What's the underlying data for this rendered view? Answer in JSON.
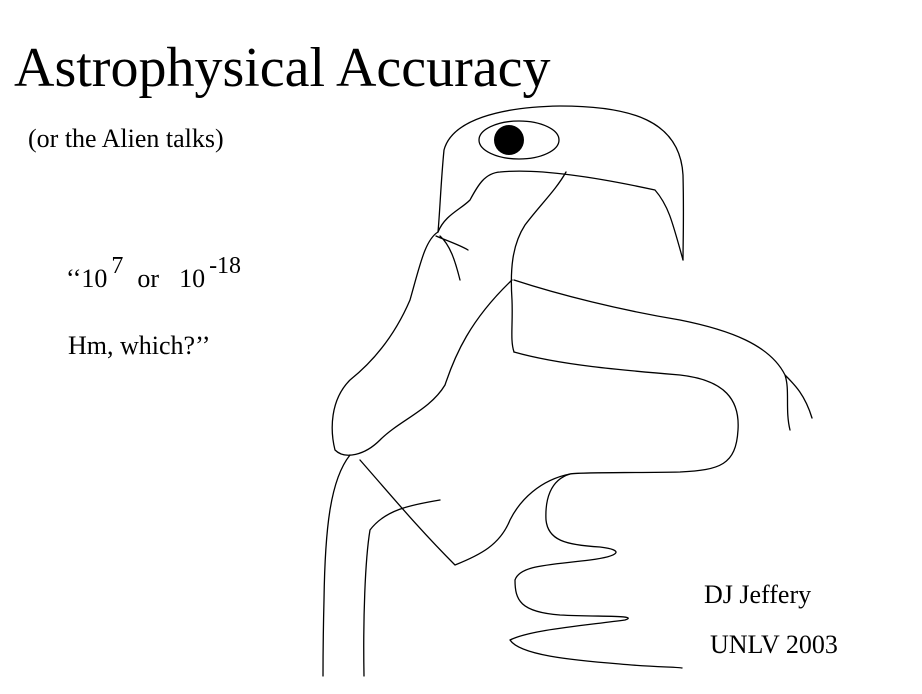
{
  "slide": {
    "title": "Astrophysical Accuracy",
    "subtitle": "(or the Alien talks)",
    "quote": {
      "open_marks": "‘‘",
      "base1": "10",
      "exponent1": "7",
      "connector": "or",
      "base2": "10",
      "exponent2": "-18",
      "line2": "Hm, which?’’"
    },
    "author": "DJ Jeffery",
    "affiliation": "UNLV 2003"
  },
  "illustration": {
    "subject": "alien-figure",
    "stroke_color": "#000000",
    "eye_color": "#000000"
  }
}
